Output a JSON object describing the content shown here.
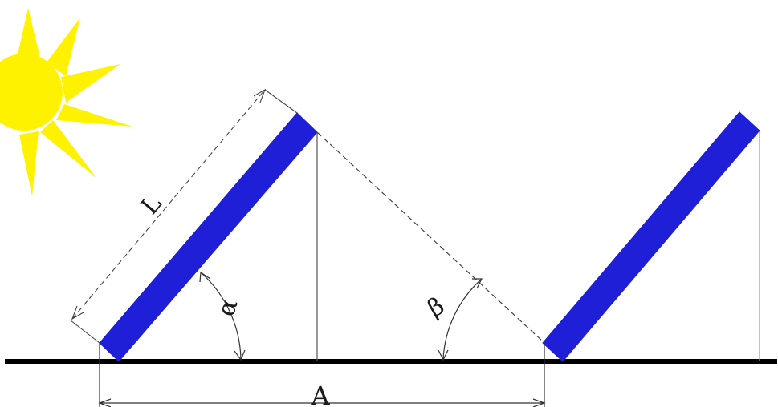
{
  "diagram": {
    "labels": {
      "panel_length": "L",
      "panel_angle": "α",
      "shadow_angle": "β",
      "row_spacing": "A"
    },
    "colors": {
      "panel": "#1F1FD8",
      "sun": "#FFF200",
      "ground": "#000000",
      "lines": "#333333"
    }
  }
}
